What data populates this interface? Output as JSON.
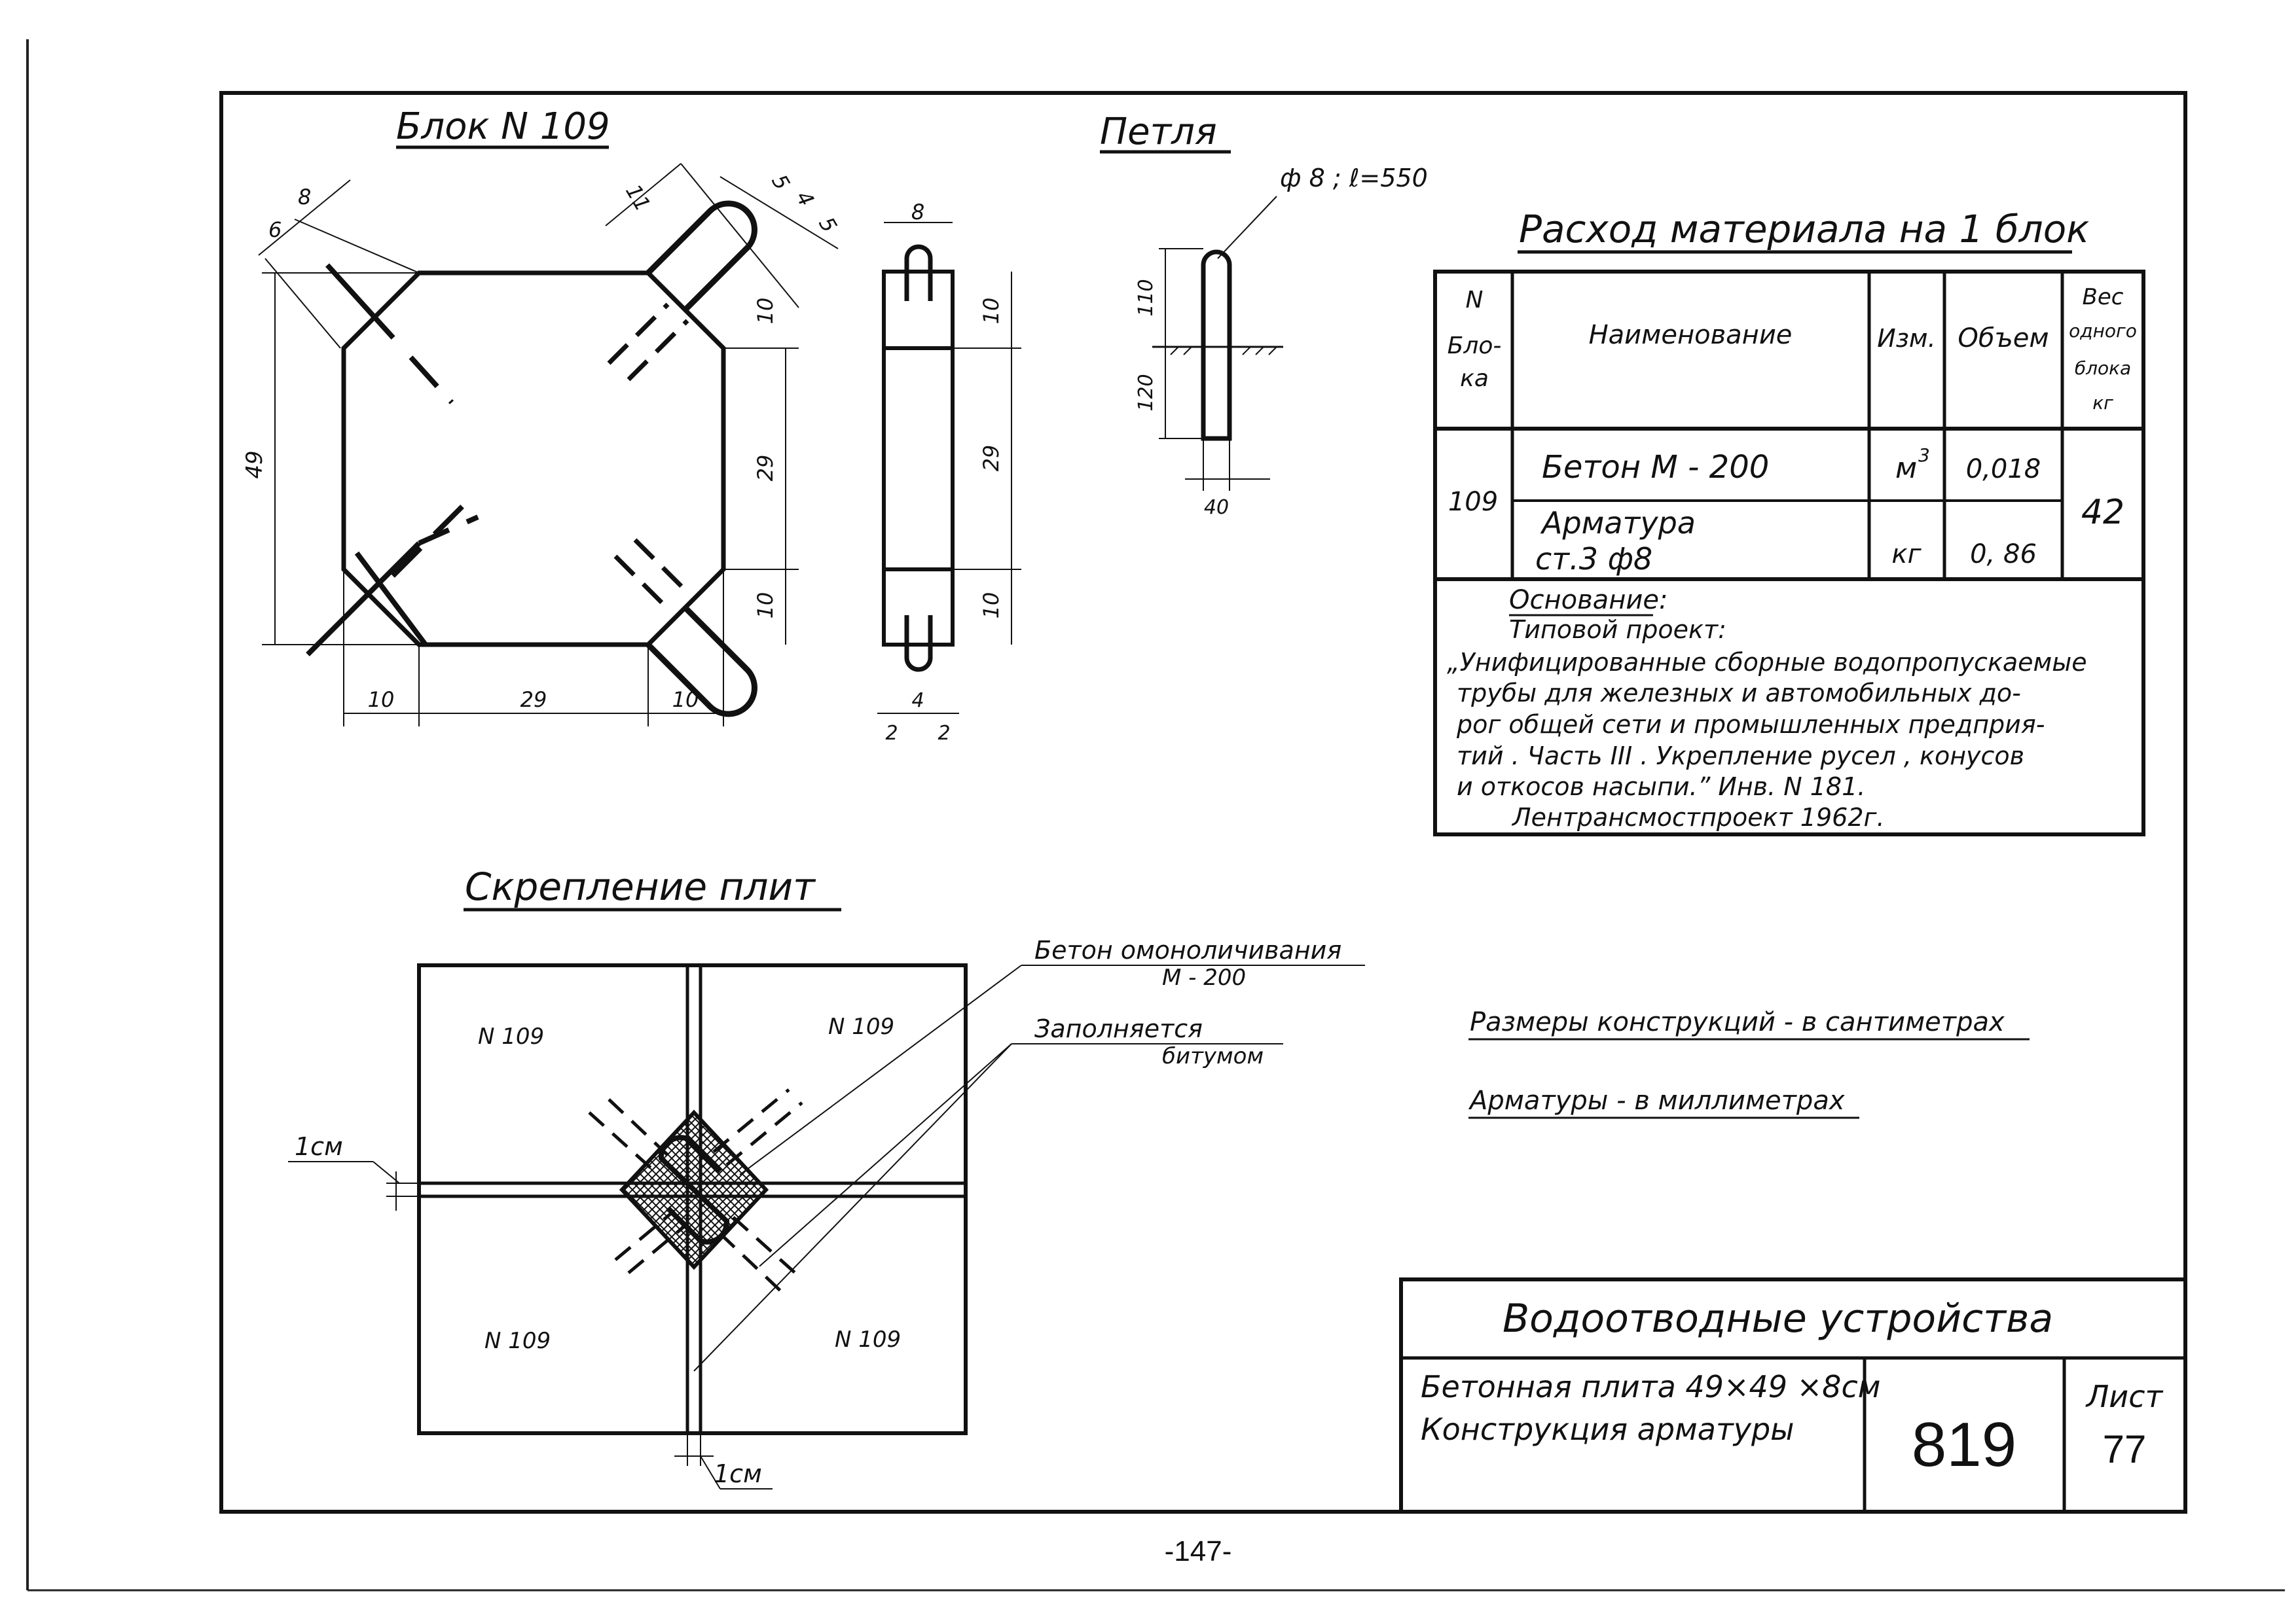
{
  "drawing": {
    "block_title": "Блок N 109",
    "loop_title": "Петля",
    "fastening_title": "Скрепление плит",
    "loop_spec": "ф 8 ; ℓ=550",
    "block_dims": {
      "d6": "6",
      "d8": "8",
      "d11": "11",
      "d5a": "5",
      "d4": "4",
      "d5b": "5",
      "d49": "49",
      "d10_top": "10",
      "d29_right": "29",
      "d10_bottom": "10",
      "d10_left": "10",
      "d29_bottom": "29",
      "d10_right": "10"
    },
    "section_dims": {
      "d8": "8",
      "d10_top": "10",
      "d29": "29",
      "d10_bottom": "10",
      "d2_left": "2",
      "d4": "4",
      "d2_right": "2"
    },
    "loop_dims": {
      "d110": "110",
      "d120": "120",
      "d40": "40"
    },
    "fastening": {
      "plate_tl": "N 109",
      "plate_tr": "N 109",
      "plate_bl": "N 109",
      "plate_br": "N 109",
      "gap_left": "1см",
      "gap_bottom": "1см",
      "callout_concrete_1": "Бетон омоноличивания",
      "callout_concrete_2": "М - 200",
      "callout_bitumen_1": "Заполняется",
      "callout_bitumen_2": "битумом"
    }
  },
  "materials": {
    "title": "Расход материала на 1 блок",
    "headers": {
      "block_no_1": "N",
      "block_no_2": "Бло-",
      "block_no_3": "ка",
      "name": "Наименование",
      "unit": "Изм.",
      "volume": "Объем",
      "weight_1": "Вес",
      "weight_2": "одного",
      "weight_3": "блока",
      "weight_4": "кг"
    },
    "block_no": "109",
    "weight": "42",
    "rows": [
      {
        "name_1": "Бетон  М - 200",
        "name_2": "",
        "unit": "м",
        "unit_sup": "3",
        "volume": "0,018"
      },
      {
        "name_1": "Арматура",
        "name_2": "ст.3  ф8",
        "unit": "кг",
        "unit_sup": "",
        "volume": "0, 86"
      }
    ],
    "basis_label": "Основание:",
    "basis_lines": [
      "Типовой проект:",
      "„Унифицированные сборные водопропускаемые",
      "трубы для железных и автомобильных до-",
      "рог общей сети и промышленных предприя-",
      "тий . Часть III . Укрепление русел , конусов",
      "и откосов насыпи.” Инв. N 181.",
      "Лентрансмостпроект  1962г."
    ]
  },
  "notes": {
    "dims_note": "Размеры конструкций - в сантиметрах",
    "rebar_note": "Арматуры - в миллиметрах"
  },
  "title_block": {
    "section": "Водоотводные   устройства",
    "line1": "Бетонная плита 49×49 ×8см",
    "line2": "Конструкция арматуры",
    "number": "819",
    "sheet_label": "Лист",
    "sheet_number": "77"
  },
  "page_number": "-147-"
}
